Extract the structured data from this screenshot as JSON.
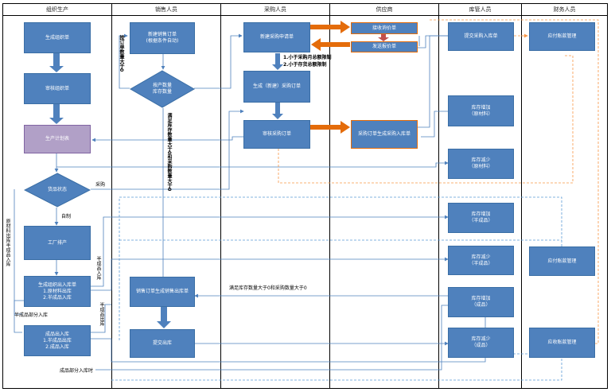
{
  "lanes": [
    "组织生产",
    "销售人员",
    "采购人员",
    "供应商",
    "库管人员",
    "财务人员"
  ],
  "boxes": {
    "create_org_order": "生成组织单",
    "review_org_order": "审核组织单",
    "production_plan": "生产计划表",
    "factory_schedule": "工厂排产",
    "org_order_io": "生成组织出入库单\n1.原材料出库\n2.半成品入库",
    "product_in": "成品出入库\n1.半成品出库\n2.成品入库",
    "new_sales_order": "新建销售订单\n(根据条件自动)",
    "sales_out_order": "销售订单生成销售出库单",
    "submit_out": "提交出库",
    "new_purchase_req": "新建采购申请单",
    "gen_purchase_order": "生成（新建）采购订单",
    "review_purchase_order": "审核采购订单",
    "inquiry": "接收询价单",
    "send_quote": "发送报价单",
    "purchase_in_order": "采购订单生成采购入库单",
    "submit_purchase_in": "提交采购入库单",
    "stock_inc_raw": "库存增加\n（原材料）",
    "stock_dec_raw": "库存减少\n（原材料）",
    "stock_inc_semi": "库存增加\n（半成品）",
    "stock_dec_semi": "库存减少\n（半成品）",
    "stock_inc_fin": "库存增加\n（成品）",
    "stock_dec_fin": "库存减少\n（成品）",
    "ap_mgmt_1": "应付账款管理",
    "ap_mgmt_2": "应付账款管理",
    "ar_mgmt": "应收账款管理"
  },
  "diamonds": {
    "check": "按产数量\n库存数量",
    "status": "货品状态"
  },
  "labels": {
    "v_qty_gt0": "按订单数量大于0",
    "purchase_note_1": "1.小于采购月总额限制",
    "purchase_note_2": "2.小于存货总额限制",
    "v_meet": "满足库存数量大于0和采购数量大于0",
    "purchase": "采购",
    "selfmade": "自制",
    "v_raw_out": "原材料出库半成品入库",
    "v_semi_in": "半成品入库",
    "semi_part_in": "半成品部分入库",
    "v_semi_out": "半成品出库",
    "meet_stock": "满足库存数量大于0和采购数量大于0",
    "fin_part_in": "成品部分入库时"
  },
  "colors": {
    "box": "#4F81BD",
    "border": "#3A6EA5",
    "purple": "#B1A0C7",
    "orange": "#E46C0A",
    "dash_blue": "#5B9BD5",
    "dash_orange": "#F79646",
    "arrow": "#4F81BD"
  }
}
